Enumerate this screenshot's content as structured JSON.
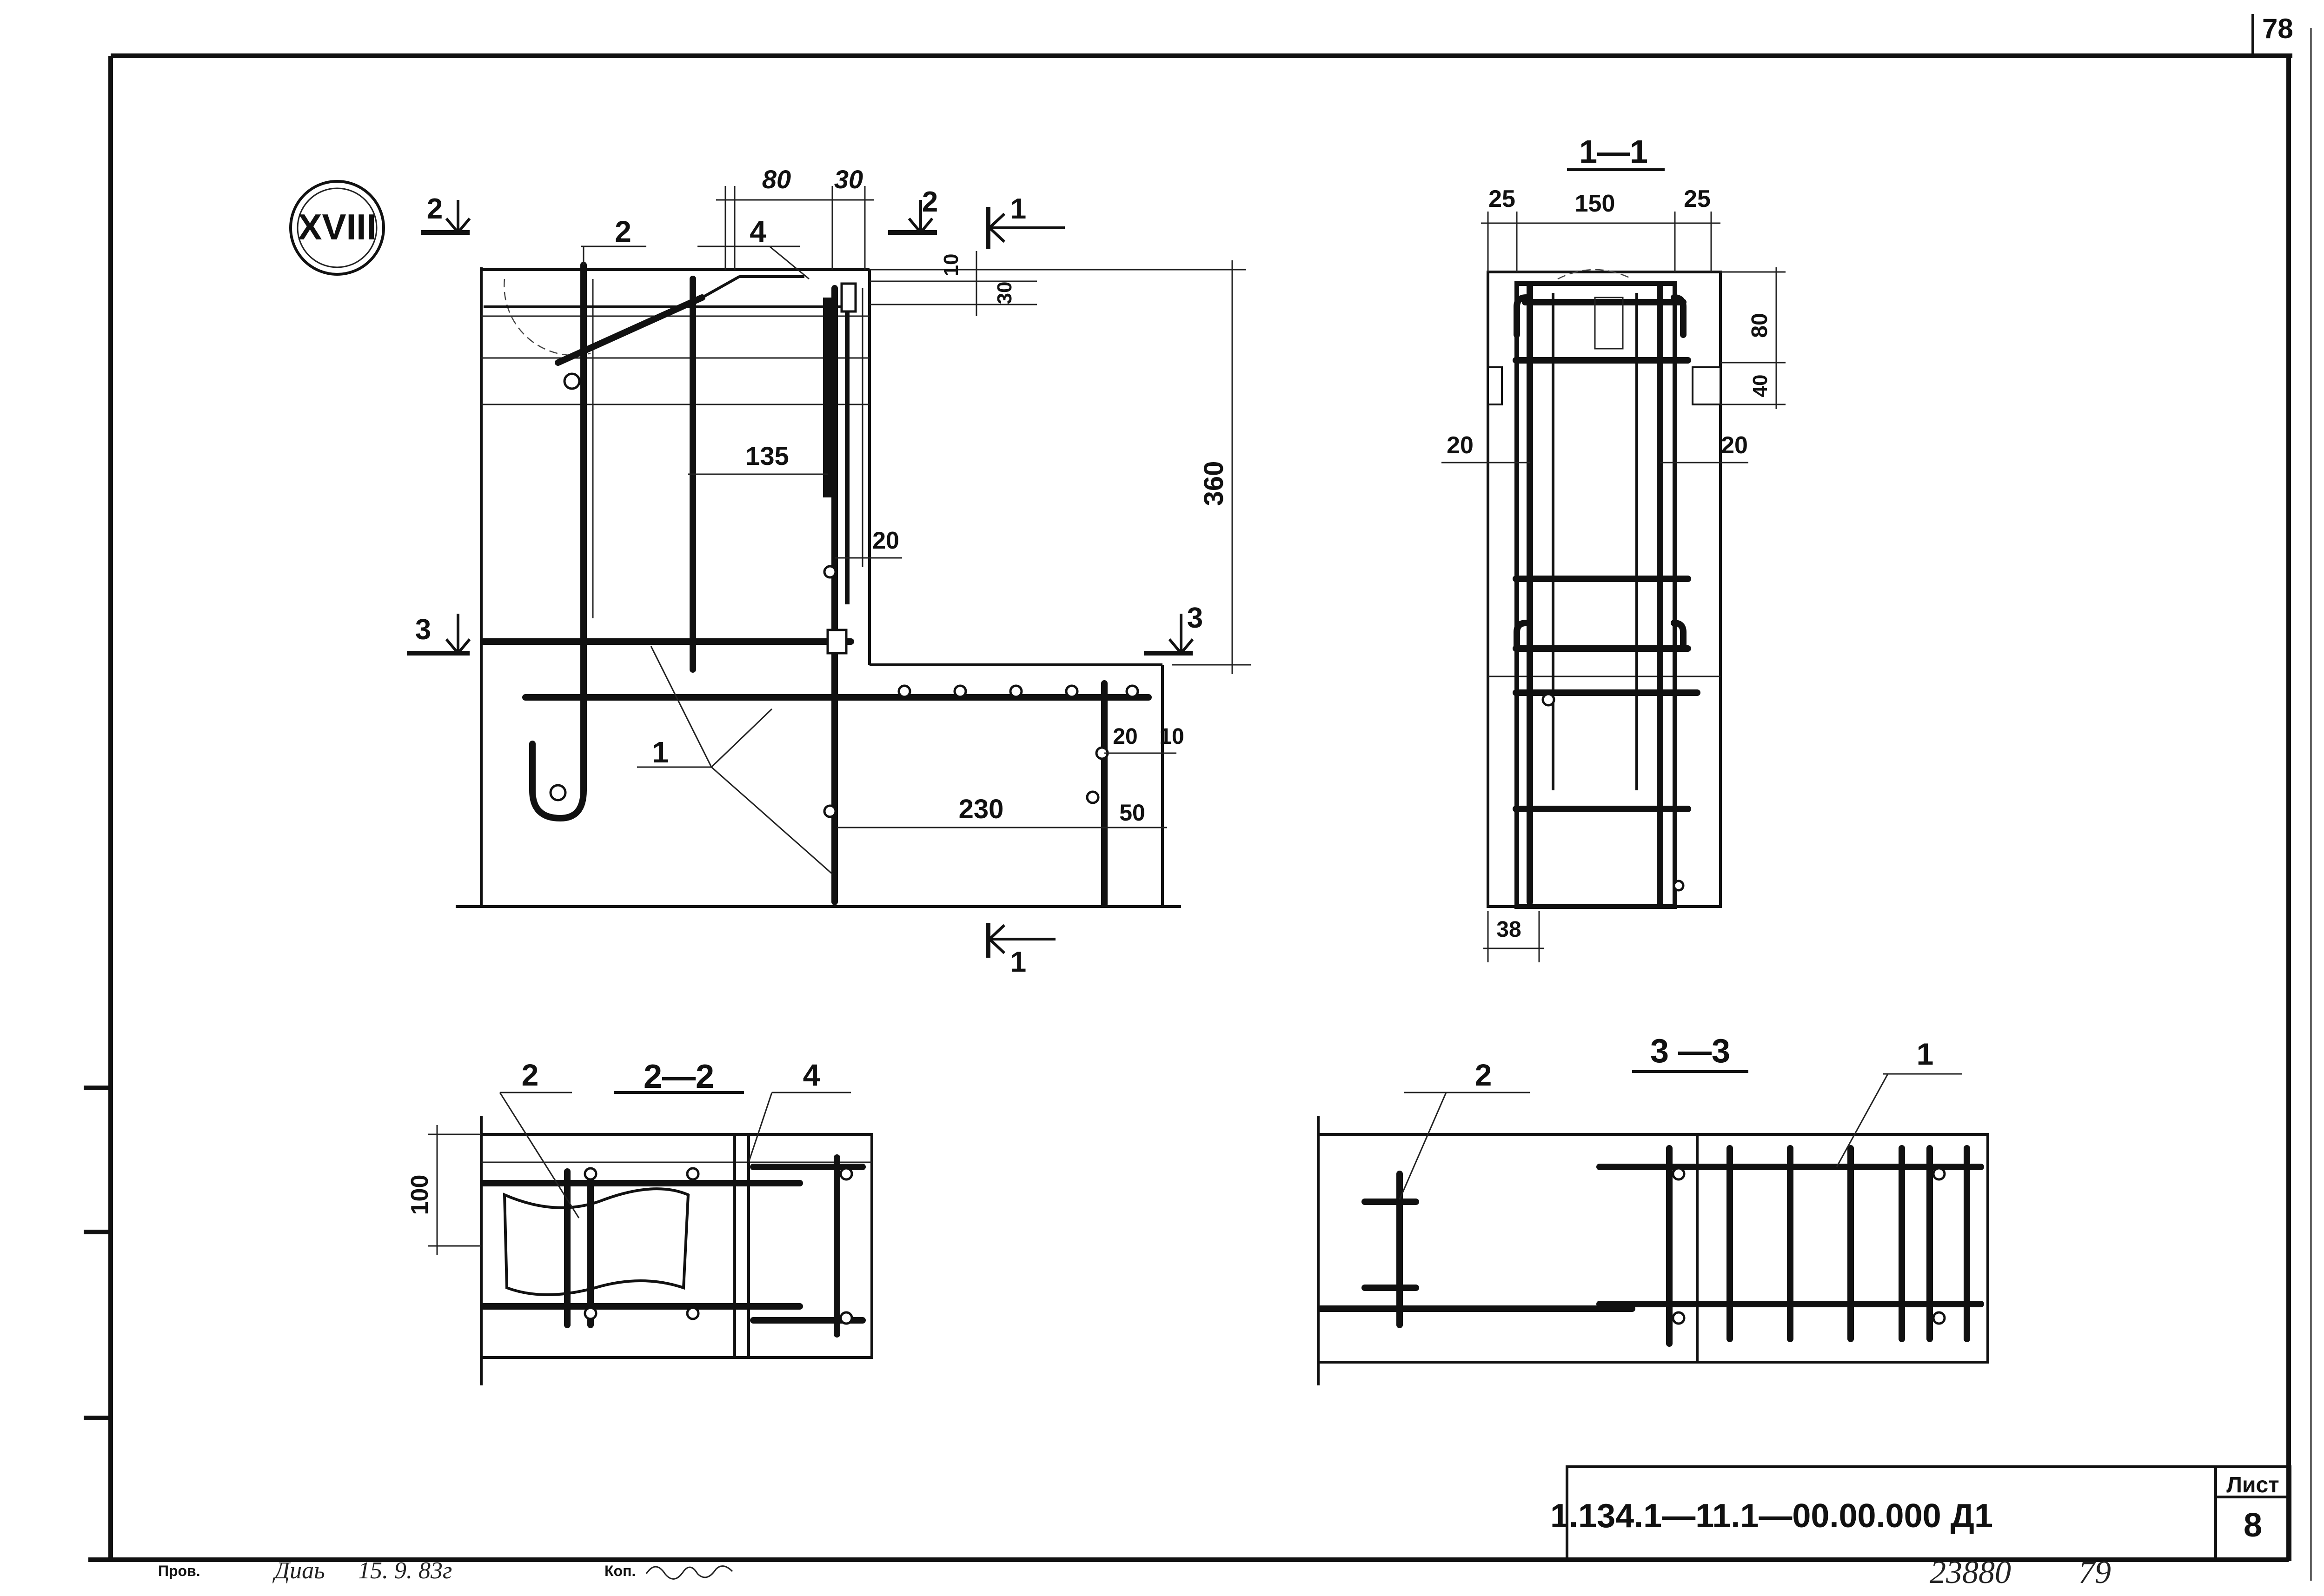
{
  "sheet": {
    "page_number": "78",
    "node_mark": "XVIII",
    "designation": "1.134.1—11.1—00.00.000 Д1",
    "sheet_label": "Лист",
    "sheet_number": "8",
    "inventory_number": "23880",
    "format_number": "79"
  },
  "signatures": {
    "checked_label": "Пров.",
    "checked_name": "Диаь",
    "checked_date": "15. 9. 83г",
    "copied_label": "Коп."
  },
  "views": {
    "main": {
      "dims": [
        "80",
        "30",
        "10",
        "30",
        "135",
        "360",
        "20",
        "20",
        "10",
        "230",
        "50"
      ],
      "section_marks": [
        "2",
        "2",
        "1",
        "1",
        "3",
        "3"
      ],
      "positions": [
        "2",
        "4",
        "1"
      ]
    },
    "section_1_1": {
      "title": "1—1",
      "dims": [
        "25",
        "150",
        "25",
        "80",
        "40",
        "20",
        "20",
        "38"
      ]
    },
    "section_2_2": {
      "title": "2—2",
      "dims": [
        "100"
      ],
      "positions": [
        "2",
        "4"
      ]
    },
    "section_3_3": {
      "title": "3 —3",
      "positions": [
        "2",
        "1"
      ]
    }
  }
}
